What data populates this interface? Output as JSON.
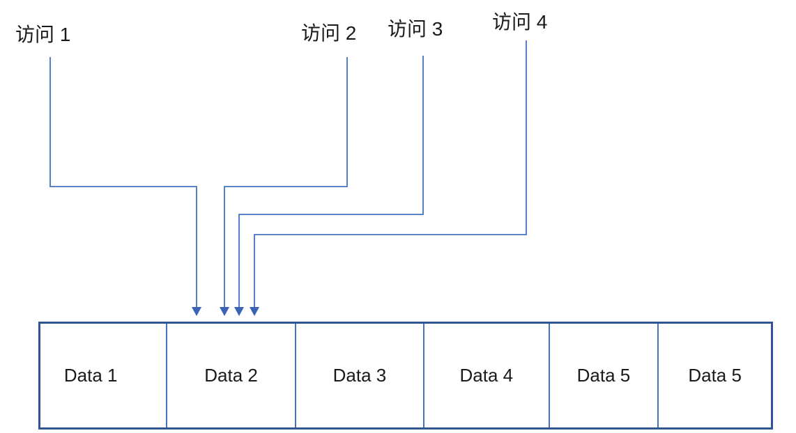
{
  "diagram": {
    "access_labels": [
      "访问 1",
      "访问 2",
      "访问 3",
      "访问 4"
    ],
    "data_cells": [
      "Data 1",
      "Data 2",
      "Data 3",
      "Data 4",
      "Data 5",
      "Data 5"
    ],
    "colors": {
      "connector": "#4472C4",
      "arrowhead": "#3A62B5",
      "box_border": "#2F5597",
      "cell_divider": "#4472C4",
      "label_text": "#1A1A1A"
    }
  }
}
